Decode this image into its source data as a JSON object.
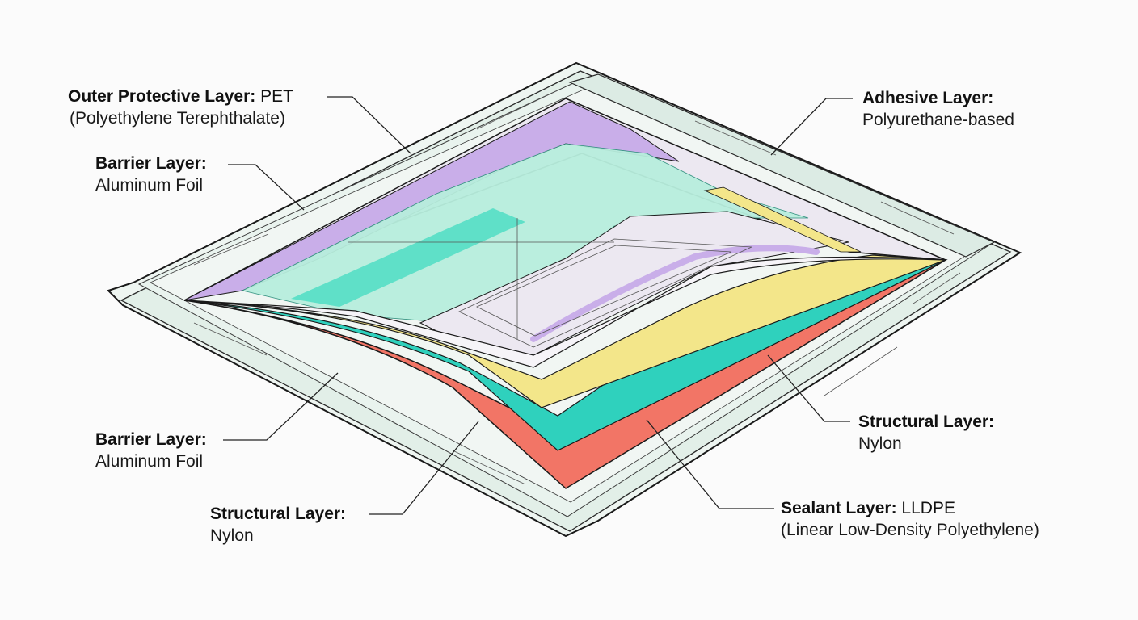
{
  "colors": {
    "background": "#fbfbfb",
    "frame_fill": "#e3efe9",
    "outline": "#1a1a1a",
    "purple": "#c9aee9",
    "mint": "#b8eedd",
    "teal": "#2fd1bd",
    "yellow": "#f3e68a",
    "red": "#f27566",
    "pale_lilac": "#ece8f1"
  },
  "labels": {
    "outer_protective": {
      "name": "Outer Protective Layer:",
      "material": "PET",
      "detail": "(Polyethylene Terephthalate)"
    },
    "barrier_top": {
      "name": "Barrier Layer:",
      "detail": "Aluminum Foil"
    },
    "adhesive": {
      "name": "Adhesive Layer:",
      "detail": "Polyurethane-based"
    },
    "barrier_bottom": {
      "name": "Barrier Layer:",
      "detail": "Aluminum Foil"
    },
    "structural_left": {
      "name": "Structural Layer:",
      "detail": "Nylon"
    },
    "structural_right": {
      "name": "Structural Layer:",
      "detail": "Nylon"
    },
    "sealant": {
      "name": "Sealant Layer:",
      "material": "LLDPE",
      "detail": "(Linear Low-Density Polyethylene)"
    }
  }
}
